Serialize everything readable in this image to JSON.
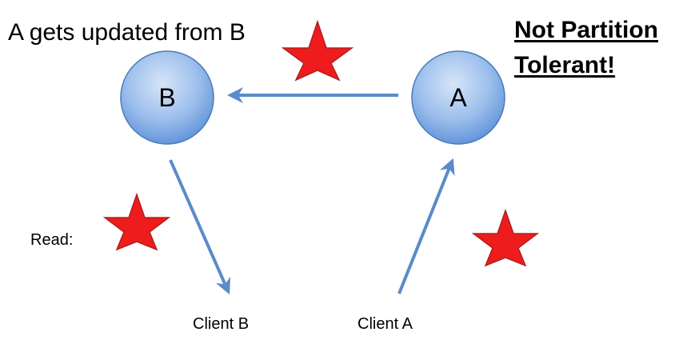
{
  "diagram": {
    "title": "A gets updated from B",
    "warning_line1": "Not Partition",
    "warning_line2": "Tolerant!",
    "read_label": "Read:",
    "nodes": [
      {
        "id": "B",
        "label": "B"
      },
      {
        "id": "A",
        "label": "A"
      }
    ],
    "clients": [
      {
        "id": "client-b",
        "label": "Client B"
      },
      {
        "id": "client-a",
        "label": "Client A"
      }
    ],
    "edges": [
      {
        "from": "A",
        "to": "B"
      },
      {
        "from": "B",
        "to": "Client B"
      },
      {
        "from": "Client A",
        "to": "A"
      }
    ],
    "colors": {
      "node_fill_top": "#c4d8f4",
      "node_fill_bottom": "#5a8ed8",
      "node_stroke": "#4a7ab8",
      "arrow": "#5b8bc9",
      "star_fill": "#ee1c1c",
      "star_stroke": "#b02020"
    }
  }
}
